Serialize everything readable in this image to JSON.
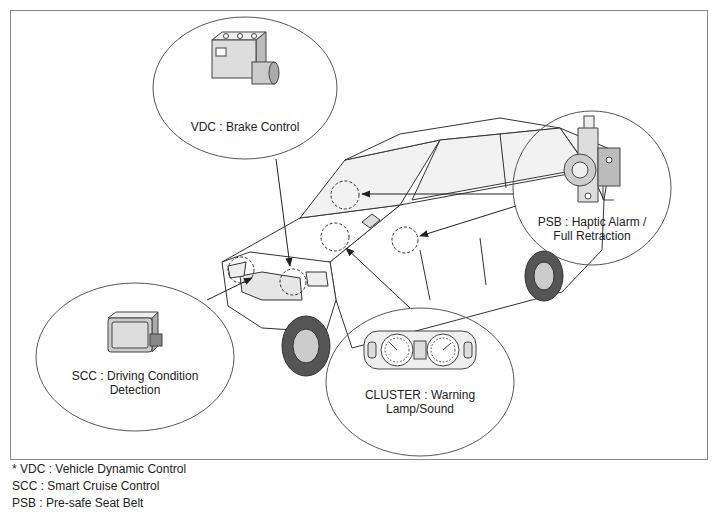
{
  "diagram": {
    "nodes": [
      {
        "text": [
          "VDC : Brake Control"
        ]
      },
      {
        "text": [
          "PSB : Haptic Alarm / Full Retraction"
        ]
      },
      {
        "text": [
          "SCC : Driving Condition Detection"
        ]
      },
      {
        "text": [
          "CLUSTER : Warning Lamp/Sound"
        ]
      }
    ],
    "labels": [
      "* VDC : Vehicle Dynamic Control",
      "SCC : Smart Cruise Control",
      "PSB : Pre-safe Seat Belt"
    ]
  }
}
